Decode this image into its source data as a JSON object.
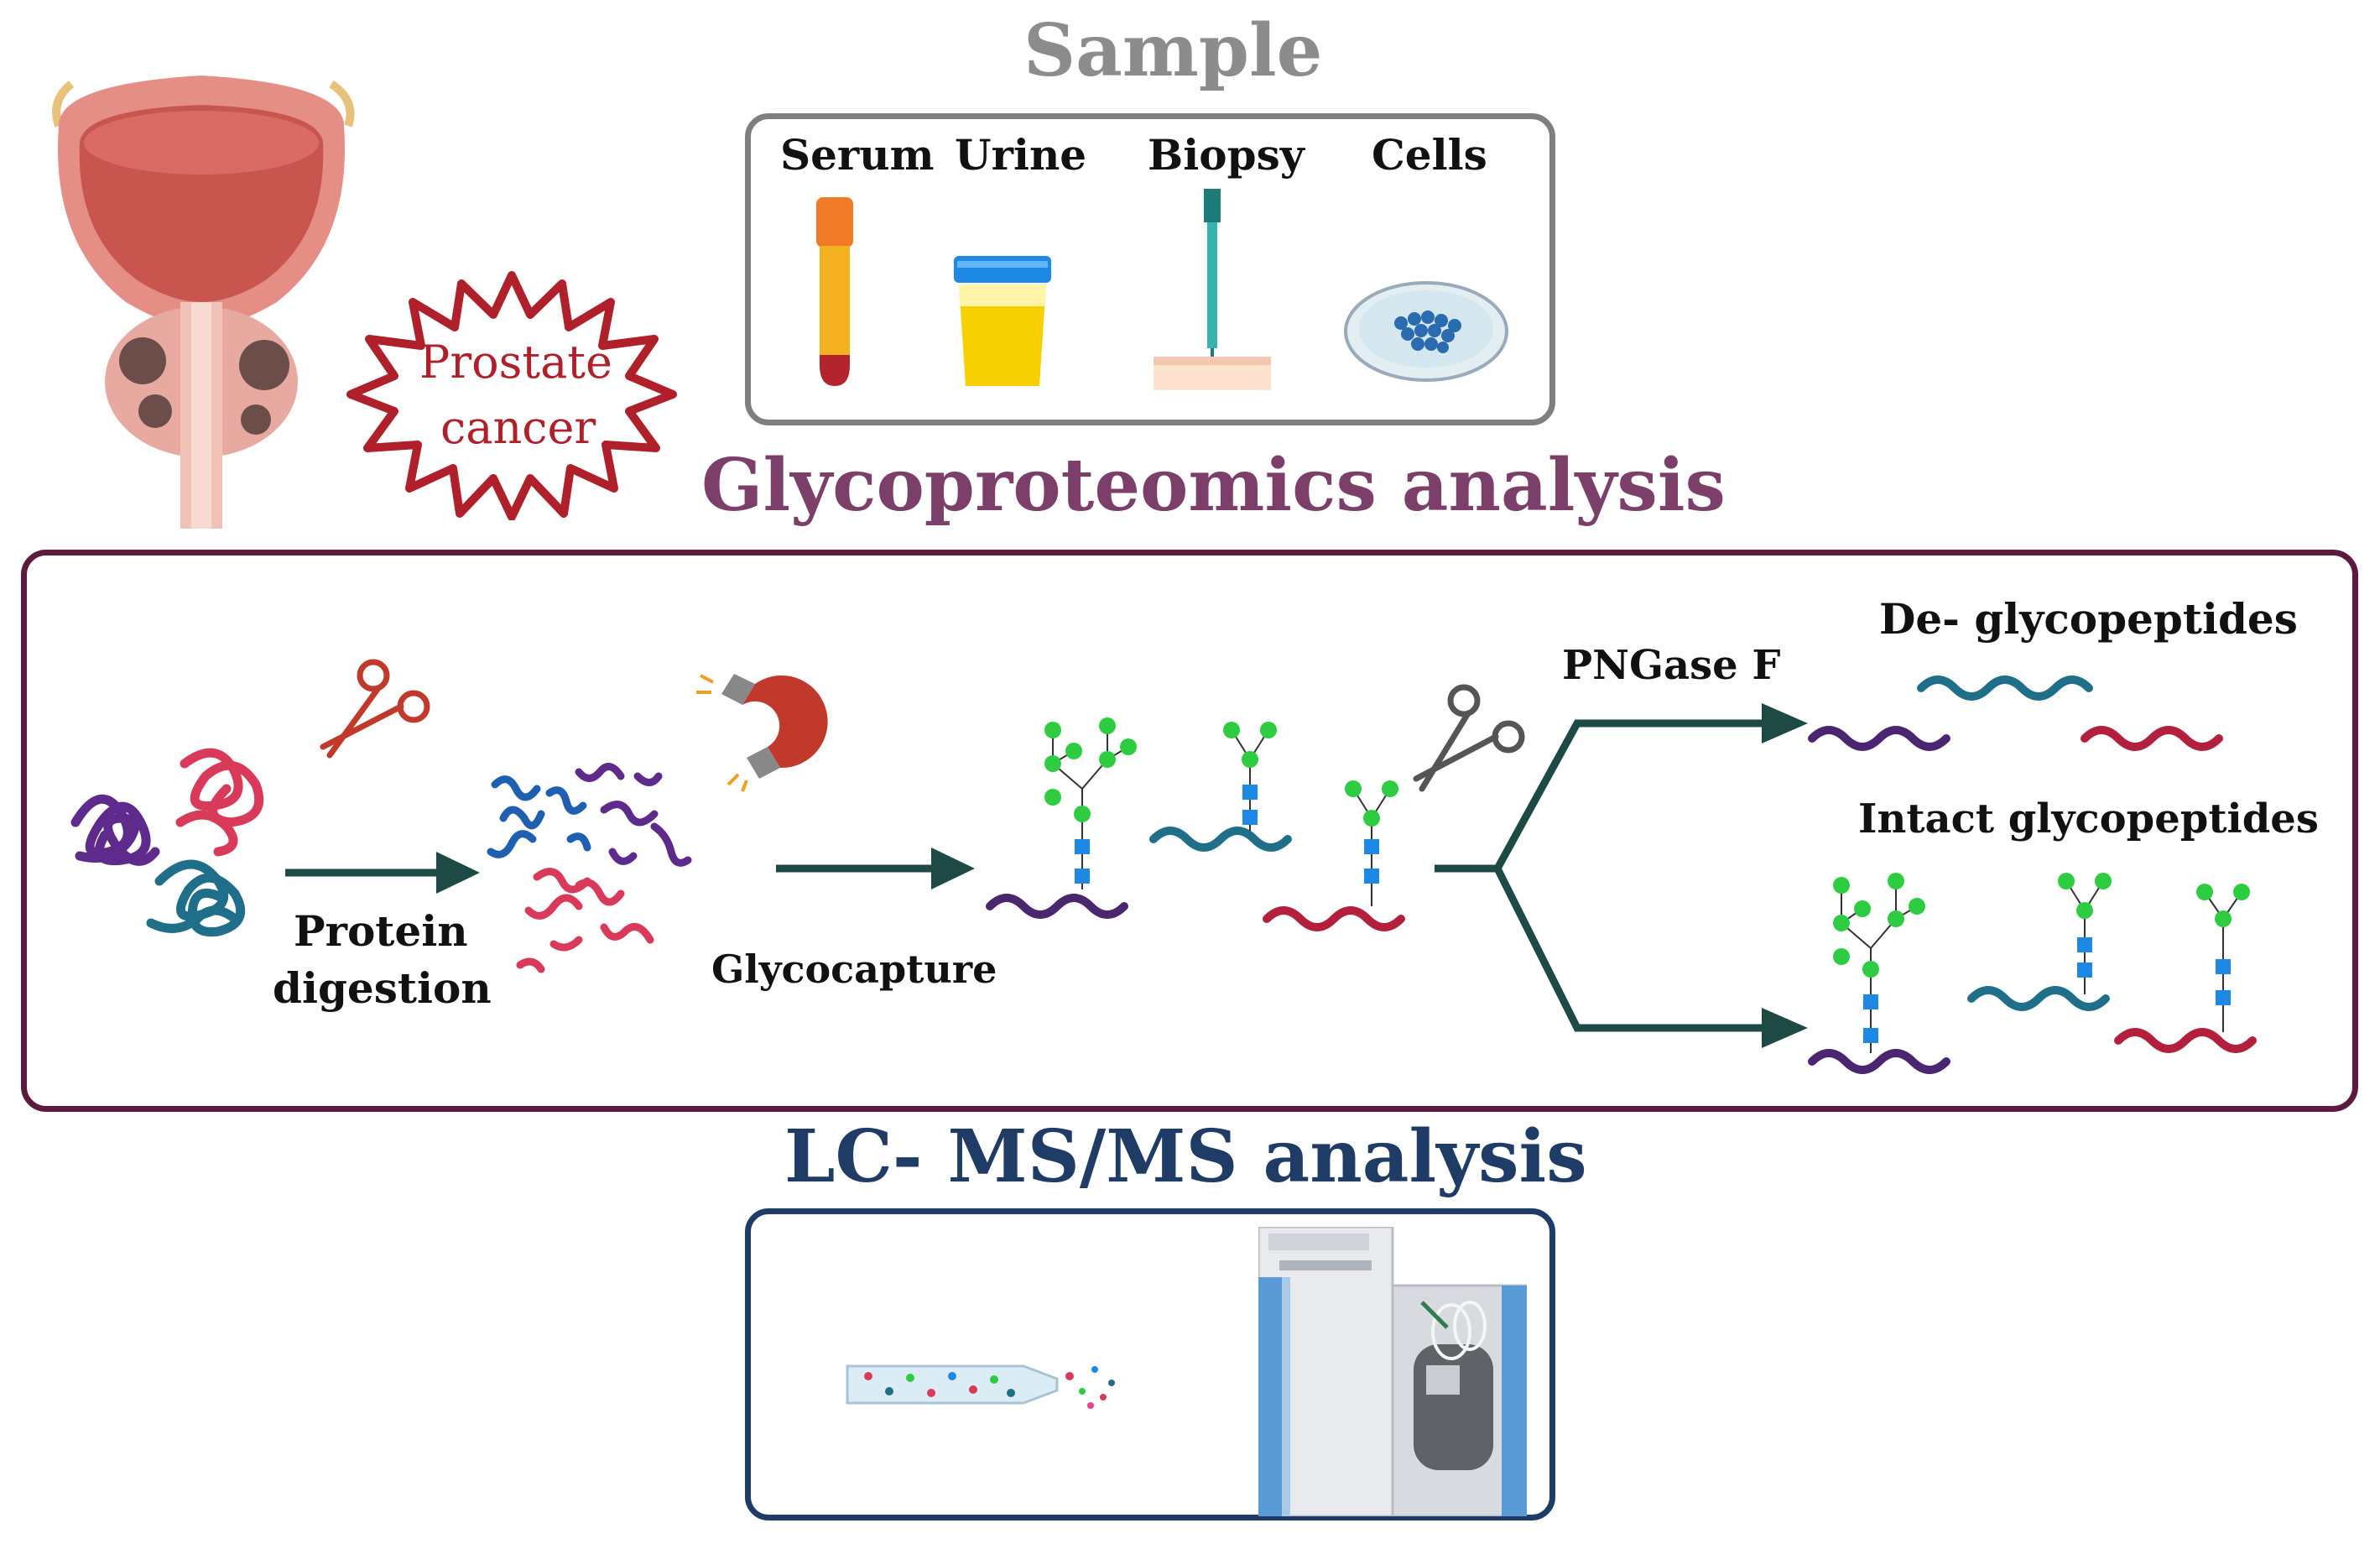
{
  "sample": {
    "title": "Sample",
    "items": [
      {
        "label": "Serum",
        "icon": "blood-tube-icon"
      },
      {
        "label": "Urine",
        "icon": "urine-cup-icon"
      },
      {
        "label": "Biopsy",
        "icon": "biopsy-needle-icon"
      },
      {
        "label": "Cells",
        "icon": "petri-dish-icon"
      }
    ]
  },
  "organ": {
    "icon": "prostate-bladder-icon",
    "badge_line1": "Prostate",
    "badge_line2": "cancer"
  },
  "glyco": {
    "title": "Glycoproteomics analysis",
    "step_digestion_line1": "Protein",
    "step_digestion_line2": "digestion",
    "step_capture": "Glycocapture",
    "enzyme": "PNGase F",
    "deglyco_label": "De- glycopeptides",
    "intact_label": "Intact glycopeptides"
  },
  "lcms": {
    "title": "LC- MS/MS analysis",
    "icons": [
      "lc-column-icon",
      "mass-spectrometer-icon"
    ]
  },
  "colors": {
    "sample_title": "#8c8c8c",
    "glyco_title": "#7b3f6a",
    "lcms_title": "#1f3c66",
    "glyco_border": "#5c1a3e",
    "lcms_border": "#1f3c66",
    "sample_border": "#7f7f7f",
    "arrow": "#1e4a45",
    "badge": "#b0202a",
    "glycan_green": "#2ecc40",
    "glycan_blue": "#1e88e5"
  }
}
